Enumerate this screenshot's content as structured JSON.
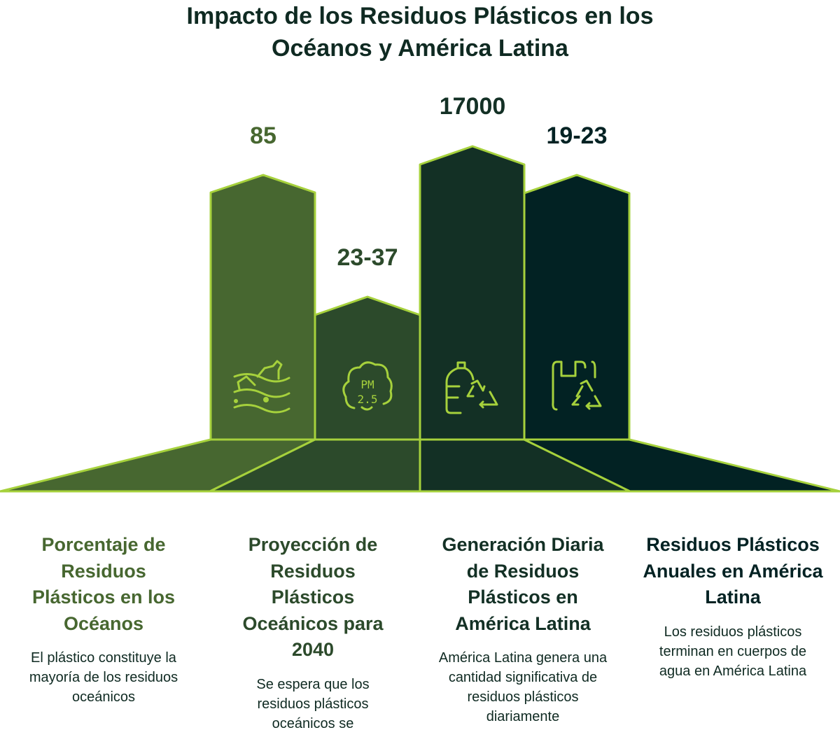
{
  "title": "Impacto de los Residuos Plásticos en los Océanos y América Latina",
  "colors": {
    "accent": "#a6d13c",
    "c1": "#476730",
    "c2": "#2c4a2b",
    "c3": "#133025",
    "c4": "#022223"
  },
  "items": [
    {
      "value": "85",
      "icon": "ocean-plastic-icon",
      "heading": "Porcentaje de Residuos Plásticos en los Océanos",
      "text": "El plástico constituye la mayoría de los residuos oceánicos"
    },
    {
      "value": "23-37",
      "icon": "pm25-cloud-icon",
      "heading": "Proyección de Residuos Plásticos Oceánicos para 2040",
      "text": "Se espera que los residuos plásticos oceánicos se tripliquen"
    },
    {
      "value": "17000",
      "icon": "bottle-recycle-icon",
      "heading": "Generación Diaria de Residuos Plásticos en América Latina",
      "text": "América Latina genera una cantidad significativa de residuos plásticos diariamente"
    },
    {
      "value": "19-23",
      "icon": "bag-recycle-icon",
      "heading": "Residuos Plásticos Anuales en América Latina",
      "text": "Los residuos plásticos terminan en cuerpos de agua en América Latina"
    }
  ]
}
